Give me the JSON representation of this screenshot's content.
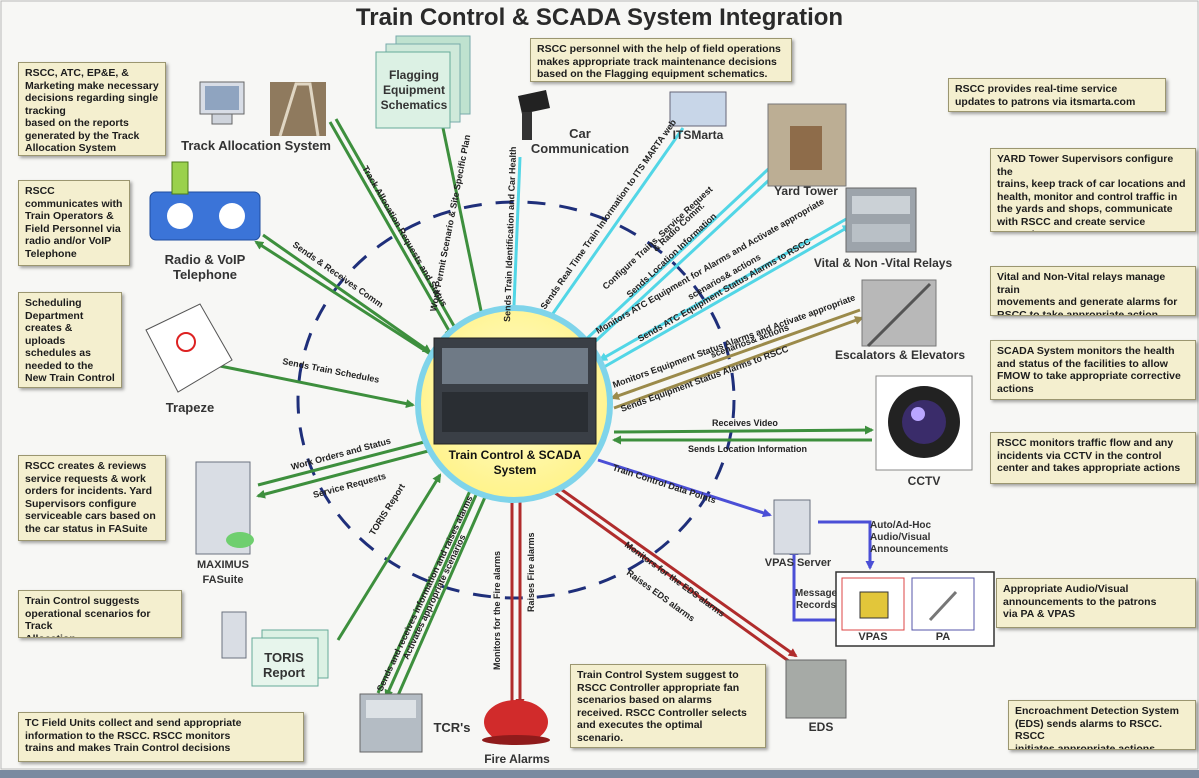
{
  "title": "Train Control & SCADA  System Integration",
  "center_label": "Train Control & SCADA\nSystem",
  "nodes": {
    "track_allocation": "Track Allocation System",
    "flagging": "Flagging\nEquipment\nSchematics",
    "car_comm": "Car\nCommunication",
    "itsmarta": "ITSMarta",
    "yard_tower": "Yard Tower",
    "relays": "Vital & Non -Vital Relays",
    "escalators": "Escalators & Elevators",
    "cctv": "CCTV",
    "radio": "Radio & VoIP\nTelephone",
    "trapeze": "Trapeze",
    "maximus": "MAXIMUS\nFASuite",
    "toris": "TORIS\nReport",
    "tcrs": "TCR's",
    "fire": "Fire Alarms",
    "eds": "EDS",
    "vpas_server": "VPAS Server",
    "auto_announce": "Auto/Ad-Hoc\nAudio/Visual\nAnnouncements",
    "message_records": "Message\nRecords",
    "vpas": "VPAS",
    "pa": "PA"
  },
  "notes": {
    "n_track": "RSCC, ATC, EP&E, &\nMarketing make necessary\ndecisions regarding single\ntracking\nbased on the reports\ngenerated by the Track\nAllocation System",
    "n_flagging": "RSCC personnel with the help of field operations\nmakes appropriate track maintenance decisions\nbased on the Flagging equipment schematics.",
    "n_itsmarta": "RSCC provides real-time service\nupdates to patrons via itsmarta.com",
    "n_radio": "RSCC\ncommunicates with\nTrain Operators &\nField Personnel via\nradio and/or VoIP\nTelephone",
    "n_yard": "YARD Tower Supervisors configure the\ntrains, keep track of car locations and\nhealth, monitor and control traffic in\nthe yards and shops, communicate\nwith RSCC and create service requests\nas needed",
    "n_sched": "Scheduling\nDepartment\ncreates & uploads\nschedules as\nneeded to the\nNew Train Control\nSystem",
    "n_relays": "Vital and Non-Vital relays manage train\nmovements and generate alarms for\nRSCC to take appropriate action",
    "n_scada": "SCADA System monitors the health\nand status of the facilities to allow\nFMOW to take appropriate corrective\nactions",
    "n_maximus": "RSCC creates & reviews\nservice requests & work\norders for incidents. Yard\nSupervisors configure\nserviceable cars based on\nthe car status in FASuite",
    "n_cctv": "RSCC monitors traffic flow and any\nincidents via CCTV in the control\ncenter and takes appropriate actions",
    "n_traincontrol": "Train Control suggests\noperational scenarios for Track\nAllocation",
    "n_vpas": "Appropriate Audio/Visual\nannouncements to the patrons\nvia PA & VPAS",
    "n_fire": "Train Control System suggest to\nRSCC Controller appropriate fan\nscenarios based on alarms\nreceived. RSCC Controller selects\nand executes the optimal\nscenario.",
    "n_tcr": "TC Field Units collect and send appropriate\ninformation to the RSCC. RSCC monitors\ntrains and makes Train Control decisions",
    "n_eds": "Encroachment Detection System\n(EDS) sends alarms to RSCC. RSCC\ninitiates appropriate actions"
  },
  "flows": {
    "track_req": "Track Allocation Requests and Status",
    "work_permit": "Work Permit Scenario & Site Specific Plan",
    "car_health": "Sends Train Identification and Car Health",
    "its_info": "Sends Real Time Train Information to ITS MARTA web",
    "configure": "Configure Trains, Service Request",
    "radio_comm": "& Radio Comm.",
    "send_loc": "Sends Location Information",
    "mon_atc": "Monitors ATC Equipment for  Alarms and Activate appropriate",
    "scen1": "scenarios&  actions",
    "atc_alarms": "Sends ATC Equipment Status Alarms to RSCC",
    "mon_equip": "Monitors Equipment Status Alarms and Activate appropriate",
    "scen2": "scenarios&  actions",
    "equip_alarms": "Sends Equipment Status Alarms to RSCC",
    "recv_comm": "Sends & Receives Comm",
    "sched": "Sends Train Schedules",
    "recv_video": "Receives Video",
    "cctv_loc": "Sends Location  Information",
    "work_orders": "Work Orders and Status",
    "service_req": "Service Requests",
    "tc_data": "Train Control Data Points",
    "toris_rep": "TORIS Report",
    "tcr_info": "Sends and receives information and raises alarms",
    "activate": "Activates appropriate scenarios",
    "mon_fire": "Monitors for the Fire alarms",
    "raise_fire": "Raises Fire alarms",
    "mon_eds": "Monitors for the EDS alarms",
    "raise_eds": "Raises EDS alarms"
  },
  "colors": {
    "green": "#3d8f3d",
    "cyan": "#52d6e6",
    "olive": "#9b8a4a",
    "blue": "#4b4fd6",
    "red": "#b02c2c",
    "dash": "#1f2f7a",
    "center_fill": "#fff9a8",
    "center_stroke": "#7fd4ea"
  }
}
